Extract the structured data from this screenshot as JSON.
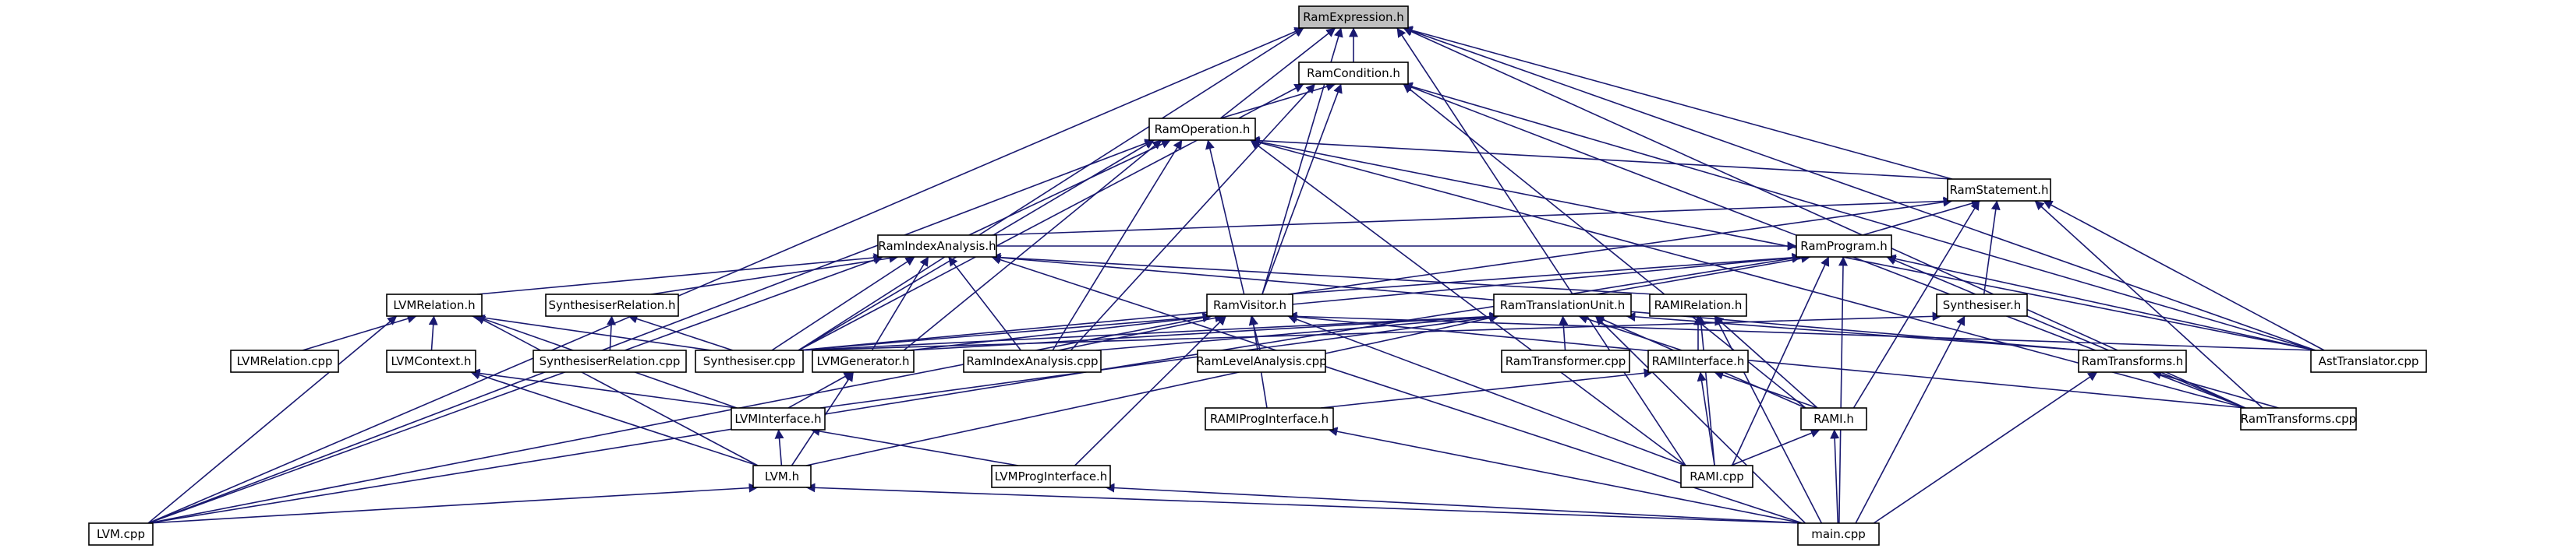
{
  "graph": {
    "nodes": [
      {
        "id": "RamExpression",
        "label": "RamExpression.h",
        "root": true
      },
      {
        "id": "RamCondition",
        "label": "RamCondition.h"
      },
      {
        "id": "RamOperation",
        "label": "RamOperation.h"
      },
      {
        "id": "RamStatement",
        "label": "RamStatement.h"
      },
      {
        "id": "RamIndexAnalysis_h",
        "label": "RamIndexAnalysis.h"
      },
      {
        "id": "RamProgram",
        "label": "RamProgram.h"
      },
      {
        "id": "LVMRelation",
        "label": "LVMRelation.h"
      },
      {
        "id": "SynthesiserRelation",
        "label": "SynthesiserRelation.h"
      },
      {
        "id": "RamVisitor",
        "label": "RamVisitor.h"
      },
      {
        "id": "RamTranslationUnit",
        "label": "RamTranslationUnit.h"
      },
      {
        "id": "RAMIRelation",
        "label": "RAMIRelation.h"
      },
      {
        "id": "Synthesiser_h",
        "label": "Synthesiser.h"
      },
      {
        "id": "LVMRelation_cpp",
        "label": "LVMRelation.cpp"
      },
      {
        "id": "LVMContext",
        "label": "LVMContext.h"
      },
      {
        "id": "SynthesiserRelation_cpp",
        "label": "SynthesiserRelation.cpp"
      },
      {
        "id": "Synthesiser_cpp",
        "label": "Synthesiser.cpp"
      },
      {
        "id": "LVMGenerator",
        "label": "LVMGenerator.h"
      },
      {
        "id": "RamIndexAnalysis_cpp",
        "label": "RamIndexAnalysis.cpp"
      },
      {
        "id": "RamLevelAnalysis_cpp",
        "label": "RamLevelAnalysis.cpp"
      },
      {
        "id": "RamTransformer_cpp",
        "label": "RamTransformer.cpp"
      },
      {
        "id": "RAMIInterface",
        "label": "RAMIInterface.h"
      },
      {
        "id": "RamTransforms_h",
        "label": "RamTransforms.h"
      },
      {
        "id": "AstTranslator_cpp",
        "label": "AstTranslator.cpp"
      },
      {
        "id": "LVMInterface",
        "label": "LVMInterface.h"
      },
      {
        "id": "RAMIProgInterface",
        "label": "RAMIProgInterface.h"
      },
      {
        "id": "RAMI_h",
        "label": "RAMI.h"
      },
      {
        "id": "RamTransforms_cpp",
        "label": "RamTransforms.cpp"
      },
      {
        "id": "LVM_h",
        "label": "LVM.h"
      },
      {
        "id": "LVMProgInterface",
        "label": "LVMProgInterface.h"
      },
      {
        "id": "RAMI_cpp",
        "label": "RAMI.cpp"
      },
      {
        "id": "LVM_cpp",
        "label": "LVM.cpp"
      },
      {
        "id": "main_cpp",
        "label": "main.cpp"
      }
    ],
    "edges": [
      [
        "RamCondition",
        "RamExpression"
      ],
      [
        "RamOperation",
        "RamExpression"
      ],
      [
        "RamOperation",
        "RamCondition"
      ],
      [
        "RamStatement",
        "RamExpression"
      ],
      [
        "RamStatement",
        "RamOperation"
      ],
      [
        "RamVisitor",
        "RamExpression"
      ],
      [
        "RamVisitor",
        "RamCondition"
      ],
      [
        "RamVisitor",
        "RamOperation"
      ],
      [
        "RamVisitor",
        "RamStatement"
      ],
      [
        "RamVisitor",
        "RamProgram"
      ],
      [
        "RamIndexAnalysis_h",
        "RamOperation"
      ],
      [
        "RamIndexAnalysis_h",
        "RamStatement"
      ],
      [
        "RamIndexAnalysis_h",
        "RamProgram"
      ],
      [
        "RamProgram",
        "RamStatement"
      ],
      [
        "RamTranslationUnit",
        "RamProgram"
      ],
      [
        "RAMIRelation",
        "RamIndexAnalysis_h"
      ],
      [
        "Synthesiser_h",
        "RamStatement"
      ],
      [
        "SynthesiserRelation",
        "RamIndexAnalysis_h"
      ],
      [
        "LVMRelation",
        "RamIndexAnalysis_h"
      ],
      [
        "LVMRelation_cpp",
        "LVMRelation"
      ],
      [
        "LVMContext",
        "LVMRelation"
      ],
      [
        "SynthesiserRelation_cpp",
        "SynthesiserRelation"
      ],
      [
        "Synthesiser_cpp",
        "RamExpression"
      ],
      [
        "Synthesiser_cpp",
        "RamCondition"
      ],
      [
        "Synthesiser_cpp",
        "RamOperation"
      ],
      [
        "Synthesiser_cpp",
        "RamIndexAnalysis_h"
      ],
      [
        "Synthesiser_cpp",
        "RamProgram"
      ],
      [
        "Synthesiser_cpp",
        "RamVisitor"
      ],
      [
        "Synthesiser_cpp",
        "RamTranslationUnit"
      ],
      [
        "Synthesiser_cpp",
        "SynthesiserRelation"
      ],
      [
        "Synthesiser_cpp",
        "LVMRelation"
      ],
      [
        "Synthesiser_cpp",
        "Synthesiser_h"
      ],
      [
        "LVMGenerator",
        "RamIndexAnalysis_h"
      ],
      [
        "LVMGenerator",
        "RamVisitor"
      ],
      [
        "LVMGenerator",
        "RamTranslationUnit"
      ],
      [
        "LVMGenerator",
        "RamOperation"
      ],
      [
        "RamIndexAnalysis_cpp",
        "RamCondition"
      ],
      [
        "RamIndexAnalysis_cpp",
        "RamOperation"
      ],
      [
        "RamIndexAnalysis_cpp",
        "RamIndexAnalysis_h"
      ],
      [
        "RamIndexAnalysis_cpp",
        "RamVisitor"
      ],
      [
        "RamIndexAnalysis_cpp",
        "RamTranslationUnit"
      ],
      [
        "RamLevelAnalysis_cpp",
        "RamVisitor"
      ],
      [
        "RamTransformer_cpp",
        "RamTranslationUnit"
      ],
      [
        "RAMIInterface",
        "RamTranslationUnit"
      ],
      [
        "RAMIInterface",
        "RAMIRelation"
      ],
      [
        "RamTransforms_h",
        "RamTranslationUnit"
      ],
      [
        "RamTransforms_h",
        "RamIndexAnalysis_h"
      ],
      [
        "AstTranslator_cpp",
        "RamExpression"
      ],
      [
        "AstTranslator_cpp",
        "RamCondition"
      ],
      [
        "AstTranslator_cpp",
        "RamStatement"
      ],
      [
        "AstTranslator_cpp",
        "RamOperation"
      ],
      [
        "AstTranslator_cpp",
        "RamProgram"
      ],
      [
        "AstTranslator_cpp",
        "RamVisitor"
      ],
      [
        "LVMInterface",
        "LVMRelation"
      ],
      [
        "LVMInterface",
        "LVMGenerator"
      ],
      [
        "LVMInterface",
        "LVMContext"
      ],
      [
        "LVMInterface",
        "RamTranslationUnit"
      ],
      [
        "RAMIProgInterface",
        "RamVisitor"
      ],
      [
        "RAMIProgInterface",
        "RAMIInterface"
      ],
      [
        "RAMI_h",
        "RAMIInterface"
      ],
      [
        "RAMI_h",
        "RAMIRelation"
      ],
      [
        "RAMI_h",
        "RamTranslationUnit"
      ],
      [
        "RAMI_h",
        "RamStatement"
      ],
      [
        "RAMI_h",
        "RamCondition"
      ],
      [
        "RamTransforms_cpp",
        "RamTransforms_h"
      ],
      [
        "RamTransforms_cpp",
        "RamCondition"
      ],
      [
        "RamTransforms_cpp",
        "RamOperation"
      ],
      [
        "RamTransforms_cpp",
        "RamStatement"
      ],
      [
        "RamTransforms_cpp",
        "RamExpression"
      ],
      [
        "RamTransforms_cpp",
        "RamVisitor"
      ],
      [
        "RamTransforms_cpp",
        "RamProgram"
      ],
      [
        "LVM_h",
        "LVMInterface"
      ],
      [
        "LVM_h",
        "LVMGenerator"
      ],
      [
        "LVM_h",
        "LVMRelation"
      ],
      [
        "LVM_h",
        "LVMContext"
      ],
      [
        "LVM_h",
        "RamTranslationUnit"
      ],
      [
        "LVMProgInterface",
        "LVMInterface"
      ],
      [
        "LVMProgInterface",
        "RamVisitor"
      ],
      [
        "RAMI_cpp",
        "RAMI_h"
      ],
      [
        "RAMI_cpp",
        "RAMIInterface"
      ],
      [
        "RAMI_cpp",
        "RamProgram"
      ],
      [
        "RAMI_cpp",
        "RamOperation"
      ],
      [
        "RAMI_cpp",
        "RamVisitor"
      ],
      [
        "RAMI_cpp",
        "RamExpression"
      ],
      [
        "RAMI_cpp",
        "RAMIRelation"
      ],
      [
        "LVM_cpp",
        "LVM_h"
      ],
      [
        "LVM_cpp",
        "RamExpression"
      ],
      [
        "LVM_cpp",
        "RamOperation"
      ],
      [
        "LVM_cpp",
        "RamIndexAnalysis_h"
      ],
      [
        "LVM_cpp",
        "RamVisitor"
      ],
      [
        "LVM_cpp",
        "RamProgram"
      ],
      [
        "LVM_cpp",
        "LVMRelation"
      ],
      [
        "main_cpp",
        "LVM_h"
      ],
      [
        "main_cpp",
        "LVMProgInterface"
      ],
      [
        "main_cpp",
        "RAMIProgInterface"
      ],
      [
        "main_cpp",
        "RAMI_h"
      ],
      [
        "main_cpp",
        "Synthesiser_h"
      ],
      [
        "main_cpp",
        "RamTransforms_h"
      ],
      [
        "main_cpp",
        "RamIndexAnalysis_h"
      ],
      [
        "main_cpp",
        "RamProgram"
      ],
      [
        "main_cpp",
        "RamTranslationUnit"
      ],
      [
        "main_cpp",
        "RAMIRelation"
      ]
    ]
  }
}
